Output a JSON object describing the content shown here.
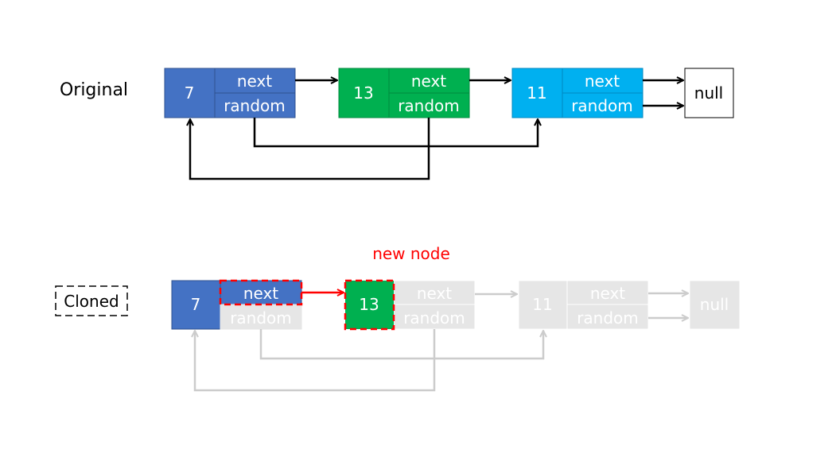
{
  "original": {
    "label": "Original",
    "nodes": [
      {
        "val": "7",
        "next": "next",
        "random": "random",
        "color": "#4472c4"
      },
      {
        "val": "13",
        "next": "next",
        "random": "random",
        "color": "#00b050"
      },
      {
        "val": "11",
        "next": "next",
        "random": "random",
        "color": "#00b0f0"
      }
    ],
    "null_label": "null"
  },
  "cloned": {
    "label": "Cloned",
    "annotation": "new node",
    "nodes": [
      {
        "val": "7",
        "next": "next",
        "random": "random"
      },
      {
        "val": "13",
        "next": "next",
        "random": "random"
      },
      {
        "val": "11",
        "next": "next",
        "random": "random"
      }
    ],
    "null_label": "null"
  },
  "colors": {
    "blue": "#4472c4",
    "green": "#00b050",
    "cyan": "#00b0f0",
    "faded": "#e6e6e6",
    "faded_text": "#ffffff",
    "faded_line": "#cccccc",
    "highlight": "#ff0000"
  }
}
